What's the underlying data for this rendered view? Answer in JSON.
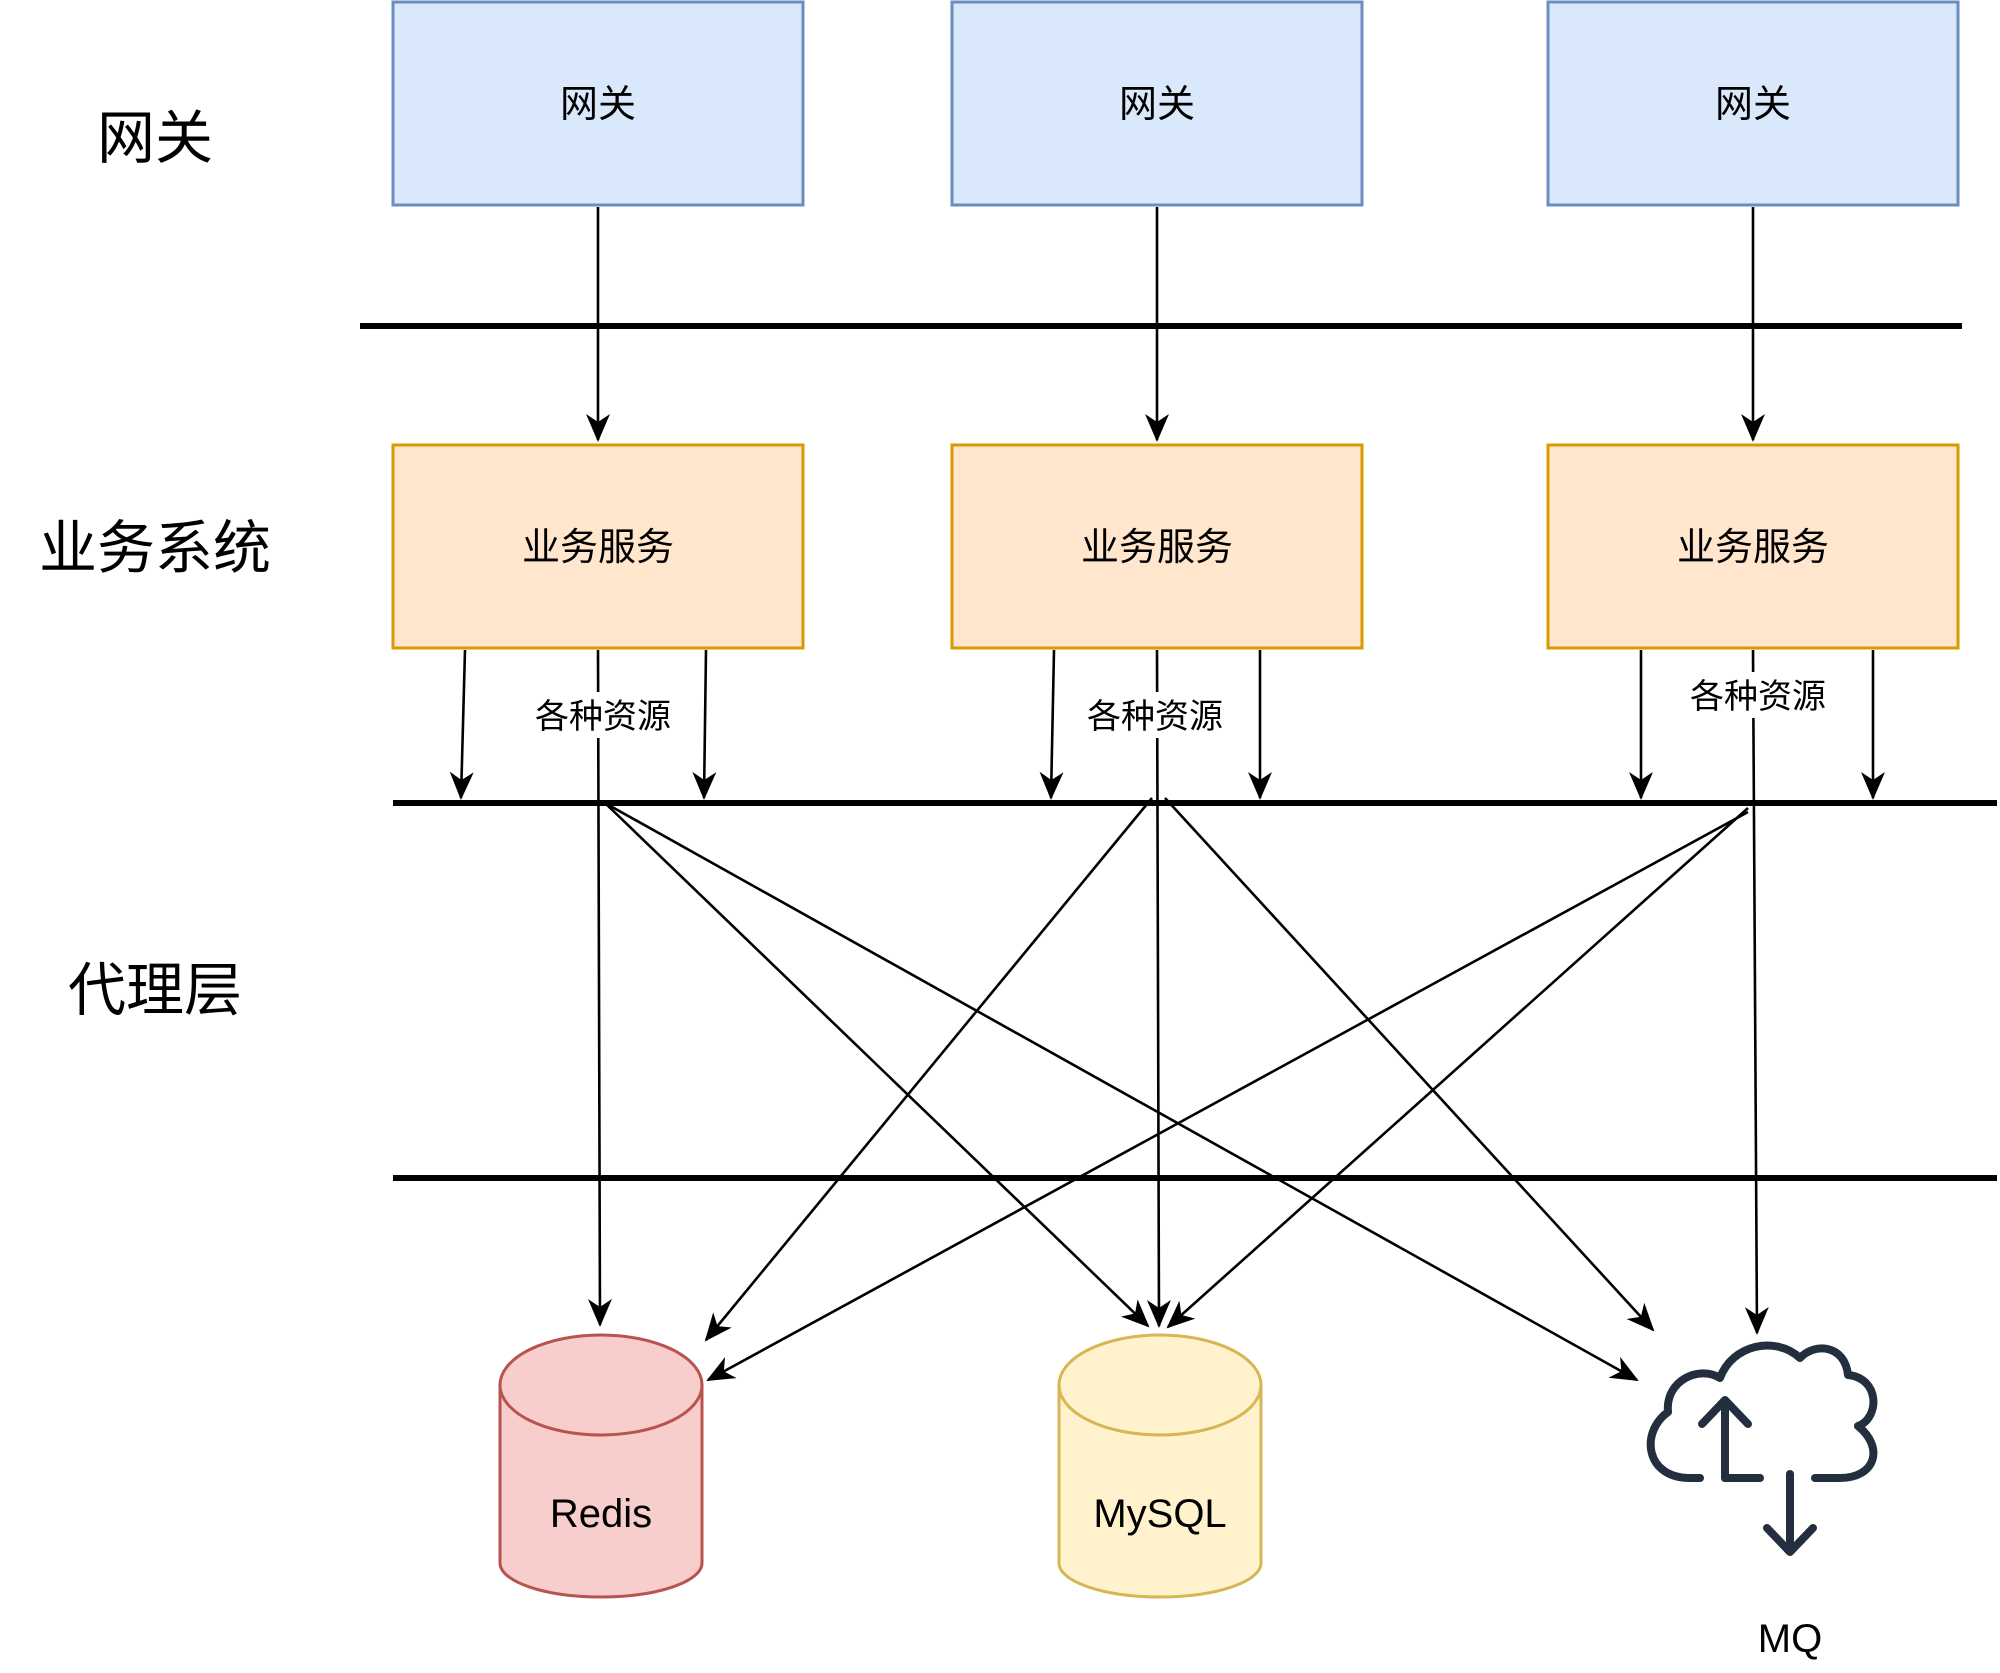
{
  "layers": {
    "gateway": "网关",
    "business": "业务系统",
    "proxy": "代理层"
  },
  "gateways": [
    "网关",
    "网关",
    "网关"
  ],
  "services": [
    "业务服务",
    "业务服务",
    "业务服务"
  ],
  "resource_labels": [
    "各种资源",
    "各种资源",
    "各种资源"
  ],
  "stores": {
    "redis": "Redis",
    "mysql": "MySQL",
    "mq": "MQ"
  },
  "colors": {
    "gateway_fill": "#dae8fc",
    "gateway_stroke": "#6c8ebf",
    "service_fill": "#ffe6cc",
    "service_stroke": "#d79b00",
    "redis_fill": "#f8cecc",
    "redis_stroke": "#b85450",
    "mysql_fill": "#fff2cc",
    "mysql_stroke": "#d6b656",
    "mq_icon": "#232f3e"
  }
}
